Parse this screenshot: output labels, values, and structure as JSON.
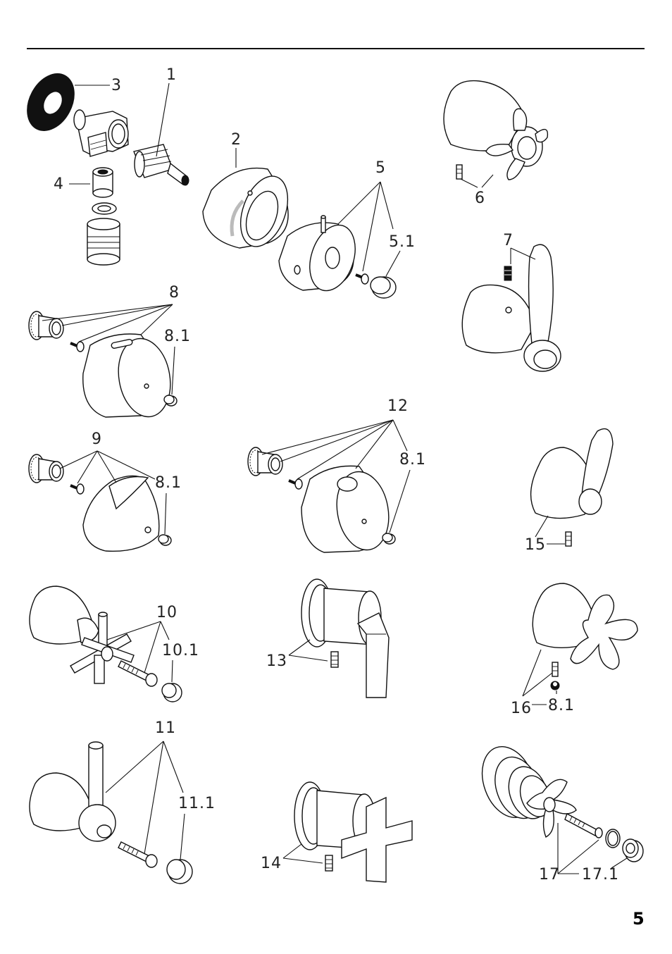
{
  "page": {
    "number": "5"
  },
  "labels": {
    "l1": "1",
    "l2": "2",
    "l3": "3",
    "l4": "4",
    "l5": "5",
    "l5_1": "5.1",
    "l6": "6",
    "l7": "7",
    "l8": "8",
    "l8_1a": "8.1",
    "l9": "9",
    "l8_1b": "8.1",
    "l12": "12",
    "l8_1c": "8.1",
    "l15": "15",
    "l10": "10",
    "l10_1": "10.1",
    "l13": "13",
    "l16": "16",
    "l8_1d": "8.1",
    "l11": "11",
    "l11_1": "11.1",
    "l14": "14",
    "l17": "17",
    "l17_1": "17.1"
  }
}
